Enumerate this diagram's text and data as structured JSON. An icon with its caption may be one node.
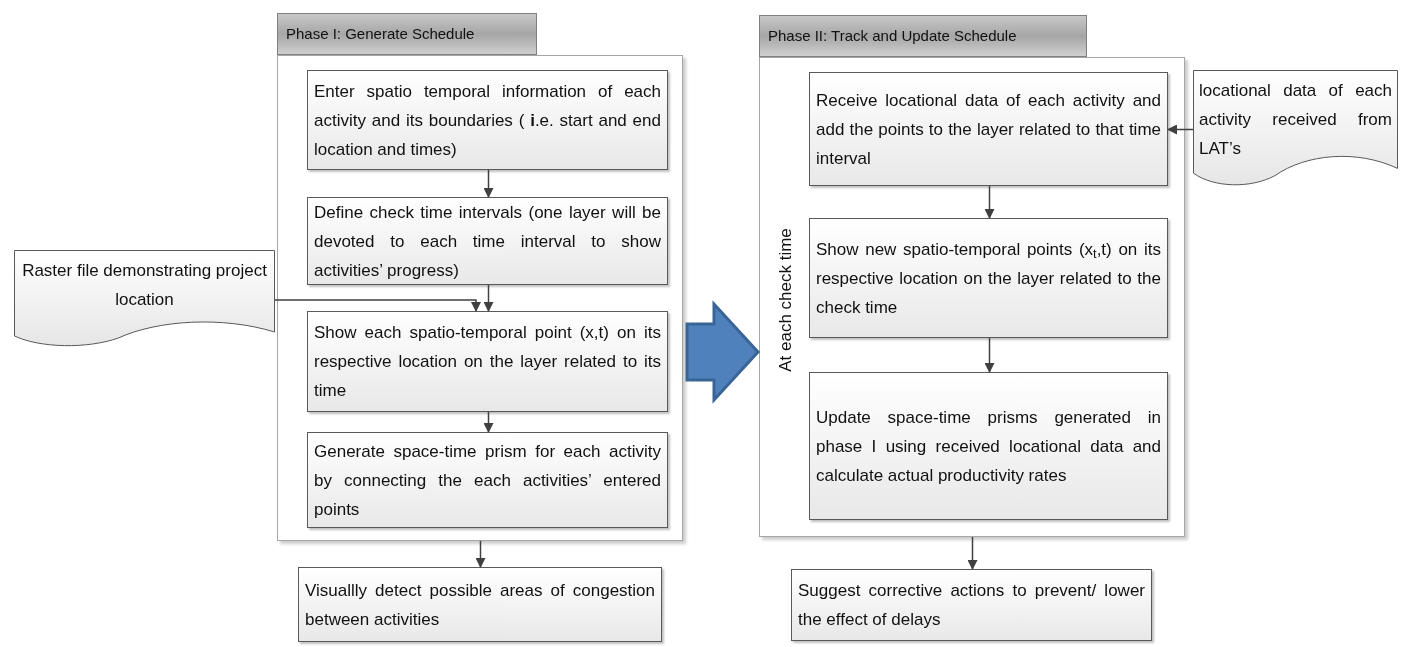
{
  "diagram": {
    "nodes": [
      {
        "text": [
          "Phase I: Generate Schedule"
        ]
      },
      {
        "text": [
          "Enter spatio temporal information of each activity and its boundaries ( **i**.e. start and end location and times)"
        ],
        "in": 0
      },
      {
        "text": [
          "Define check time intervals (one layer will be devoted to each time interval to show activities’ progress)"
        ],
        "in": 0
      },
      {
        "text": [
          "Show each spatio-temporal point (x,t) on its respective location on the layer related to its time"
        ],
        "in": 0
      },
      {
        "text": [
          "Generate space-time prism for each activity by connecting the each activities’ entered points"
        ],
        "in": 0
      },
      {
        "text": [
          "Visuallly detect possible areas of congestion between activities"
        ]
      },
      {
        "text": [
          "Raster file demonstrating project location"
        ]
      },
      {
        "text": [
          "Phase II: Track and Update Schedule",
          "At each check time"
        ]
      },
      {
        "text": [
          "Receive locational data of each activity and add the points to the layer related to that time interval"
        ],
        "in": 7
      },
      {
        "text": [
          "Show new spatio-temporal points (x$_{t}$,t) on its respective location on the layer related to the check time"
        ],
        "in": 7
      },
      {
        "text": [
          "Update space-time prisms generated in phase I using received locational data and calculate actual productivity rates"
        ],
        "in": 7
      },
      {
        "text": [
          "Suggest corrective actions to prevent/ lower the effect of delays"
        ]
      },
      {
        "text": [
          "locational data of each activity received from LAT’s"
        ]
      }
    ],
    "edges": [
      {
        "from": 1,
        "to": 2,
        "arrow": "to"
      },
      {
        "from": 2,
        "to": 3,
        "arrow": "to"
      },
      {
        "from": 6,
        "to": 3,
        "arrow": "to"
      },
      {
        "from": 3,
        "to": 4,
        "arrow": "to"
      },
      {
        "from": 0,
        "to": 5,
        "arrow": "to"
      },
      {
        "from": 0,
        "to": 7,
        "arrow": "to",
        "style": "thick",
        "color": "#4f81bd"
      },
      {
        "from": 12,
        "to": 8,
        "arrow": "to"
      },
      {
        "from": 8,
        "to": 9,
        "arrow": "to"
      },
      {
        "from": 9,
        "to": 10,
        "arrow": "to"
      },
      {
        "from": 7,
        "to": 11,
        "arrow": "to"
      }
    ]
  }
}
